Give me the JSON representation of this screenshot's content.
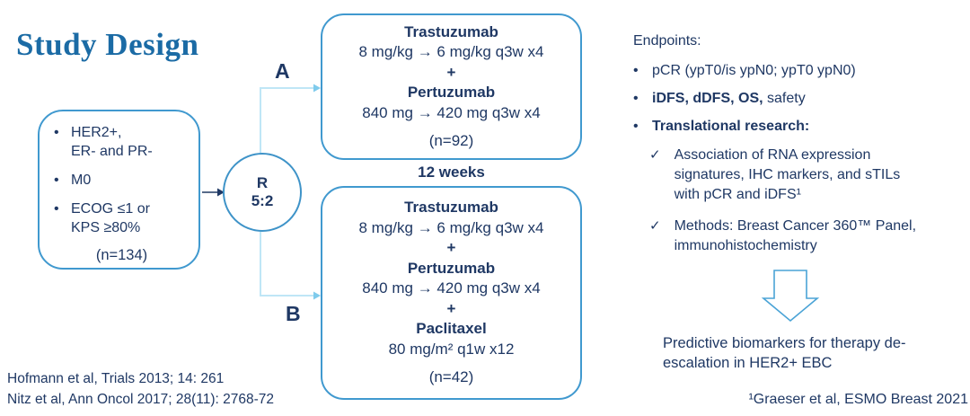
{
  "title": "Study Design",
  "colors": {
    "title_blue": "#1b6ba5",
    "text_navy": "#1f3864",
    "box_border_blue": "#4099cf",
    "connector_light_blue": "#bfe6f6"
  },
  "icons": {
    "bullet": "•",
    "check": "✓"
  },
  "eligibility_box": {
    "bullets": [
      {
        "lines": [
          "HER2+,",
          "ER- and PR-"
        ]
      },
      {
        "lines": [
          "M0"
        ]
      },
      {
        "lines": [
          "ECOG ≤1 or",
          "KPS ≥80%"
        ]
      }
    ],
    "n_label": "(n=134)"
  },
  "randomization": {
    "letter": "R",
    "ratio": "5:2"
  },
  "arm_a": {
    "label": "A",
    "rows": [
      {
        "text": "Trastuzumab"
      },
      {
        "text": "8 mg/kg → 6 mg/kg q3w x4"
      },
      {
        "text": "+"
      },
      {
        "text": "Pertuzumab"
      },
      {
        "text": "840 mg → 420 mg q3w x4"
      }
    ],
    "n_label": "(n=92)"
  },
  "duration_label": "12 weeks",
  "arm_b": {
    "label": "B",
    "rows": [
      {
        "text": "Trastuzumab"
      },
      {
        "text": "8 mg/kg → 6 mg/kg q3w x4"
      },
      {
        "text": "+"
      },
      {
        "text": "Pertuzumab"
      },
      {
        "text": "840 mg → 420 mg q3w x4"
      },
      {
        "text": "+"
      },
      {
        "text": "Paclitaxel"
      },
      {
        "text": "80 mg/m² q1w x12"
      }
    ],
    "n_label": "(n=42)"
  },
  "endpoints": {
    "heading": "Endpoints:",
    "items": [
      {
        "text": "pCR (ypT0/is ypN0; ypT0 ypN0)"
      },
      {
        "bold_text": "iDFS, dDFS, OS,",
        "regular_text": "safety"
      },
      {
        "text": "Translational research:"
      }
    ],
    "sub_items": [
      "Association of RNA expression signatures, IHC markers, and sTILs with pCR and iDFS¹",
      "Methods: Breast Cancer 360™ Panel, immunohistochemistry"
    ]
  },
  "conclusion": "Predictive biomarkers for therapy de-escalation in HER2+ EBC",
  "footnote": "¹Graeser et al, ESMO Breast 2021",
  "references": [
    "Hofmann et al, Trials 2013; 14: 261",
    "Nitz et al, Ann Oncol 2017; 28(11): 2768-72"
  ]
}
